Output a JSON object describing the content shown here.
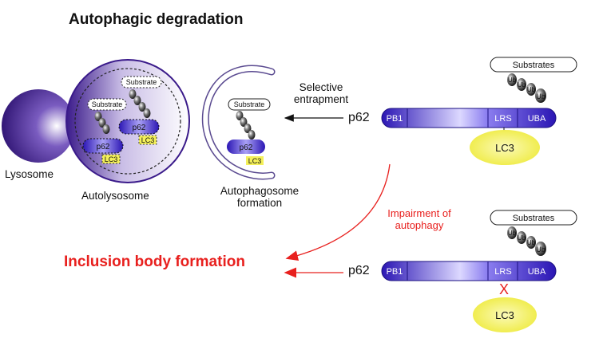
{
  "diagram": {
    "title": "Autophagic degradation",
    "inclusion_label": "Inclusion body formation",
    "impairment_label_line1": "Impairment of",
    "impairment_label_line2": "autophagy",
    "selective_line1": "Selective",
    "selective_line2": "entrapment",
    "lysosome_label": "Lysosome",
    "autolysosome_label": "Autolysosome",
    "autophagosome_line1": "Autophagosome",
    "autophagosome_line2": "formation",
    "p62_label": "p62",
    "substrate_small": "Substrate",
    "substrates_box": "Substrates",
    "lc3": "LC3",
    "ub": "Ub",
    "domains": {
      "pb1": "PB1",
      "lrs": "LRS",
      "uba": "UBA"
    },
    "block_mark": "X",
    "colors": {
      "red": "#e8201e",
      "purple": "#2b16b4",
      "lysosome": "#3a1a8a",
      "lc3_yellow": "#f4f05a"
    }
  }
}
